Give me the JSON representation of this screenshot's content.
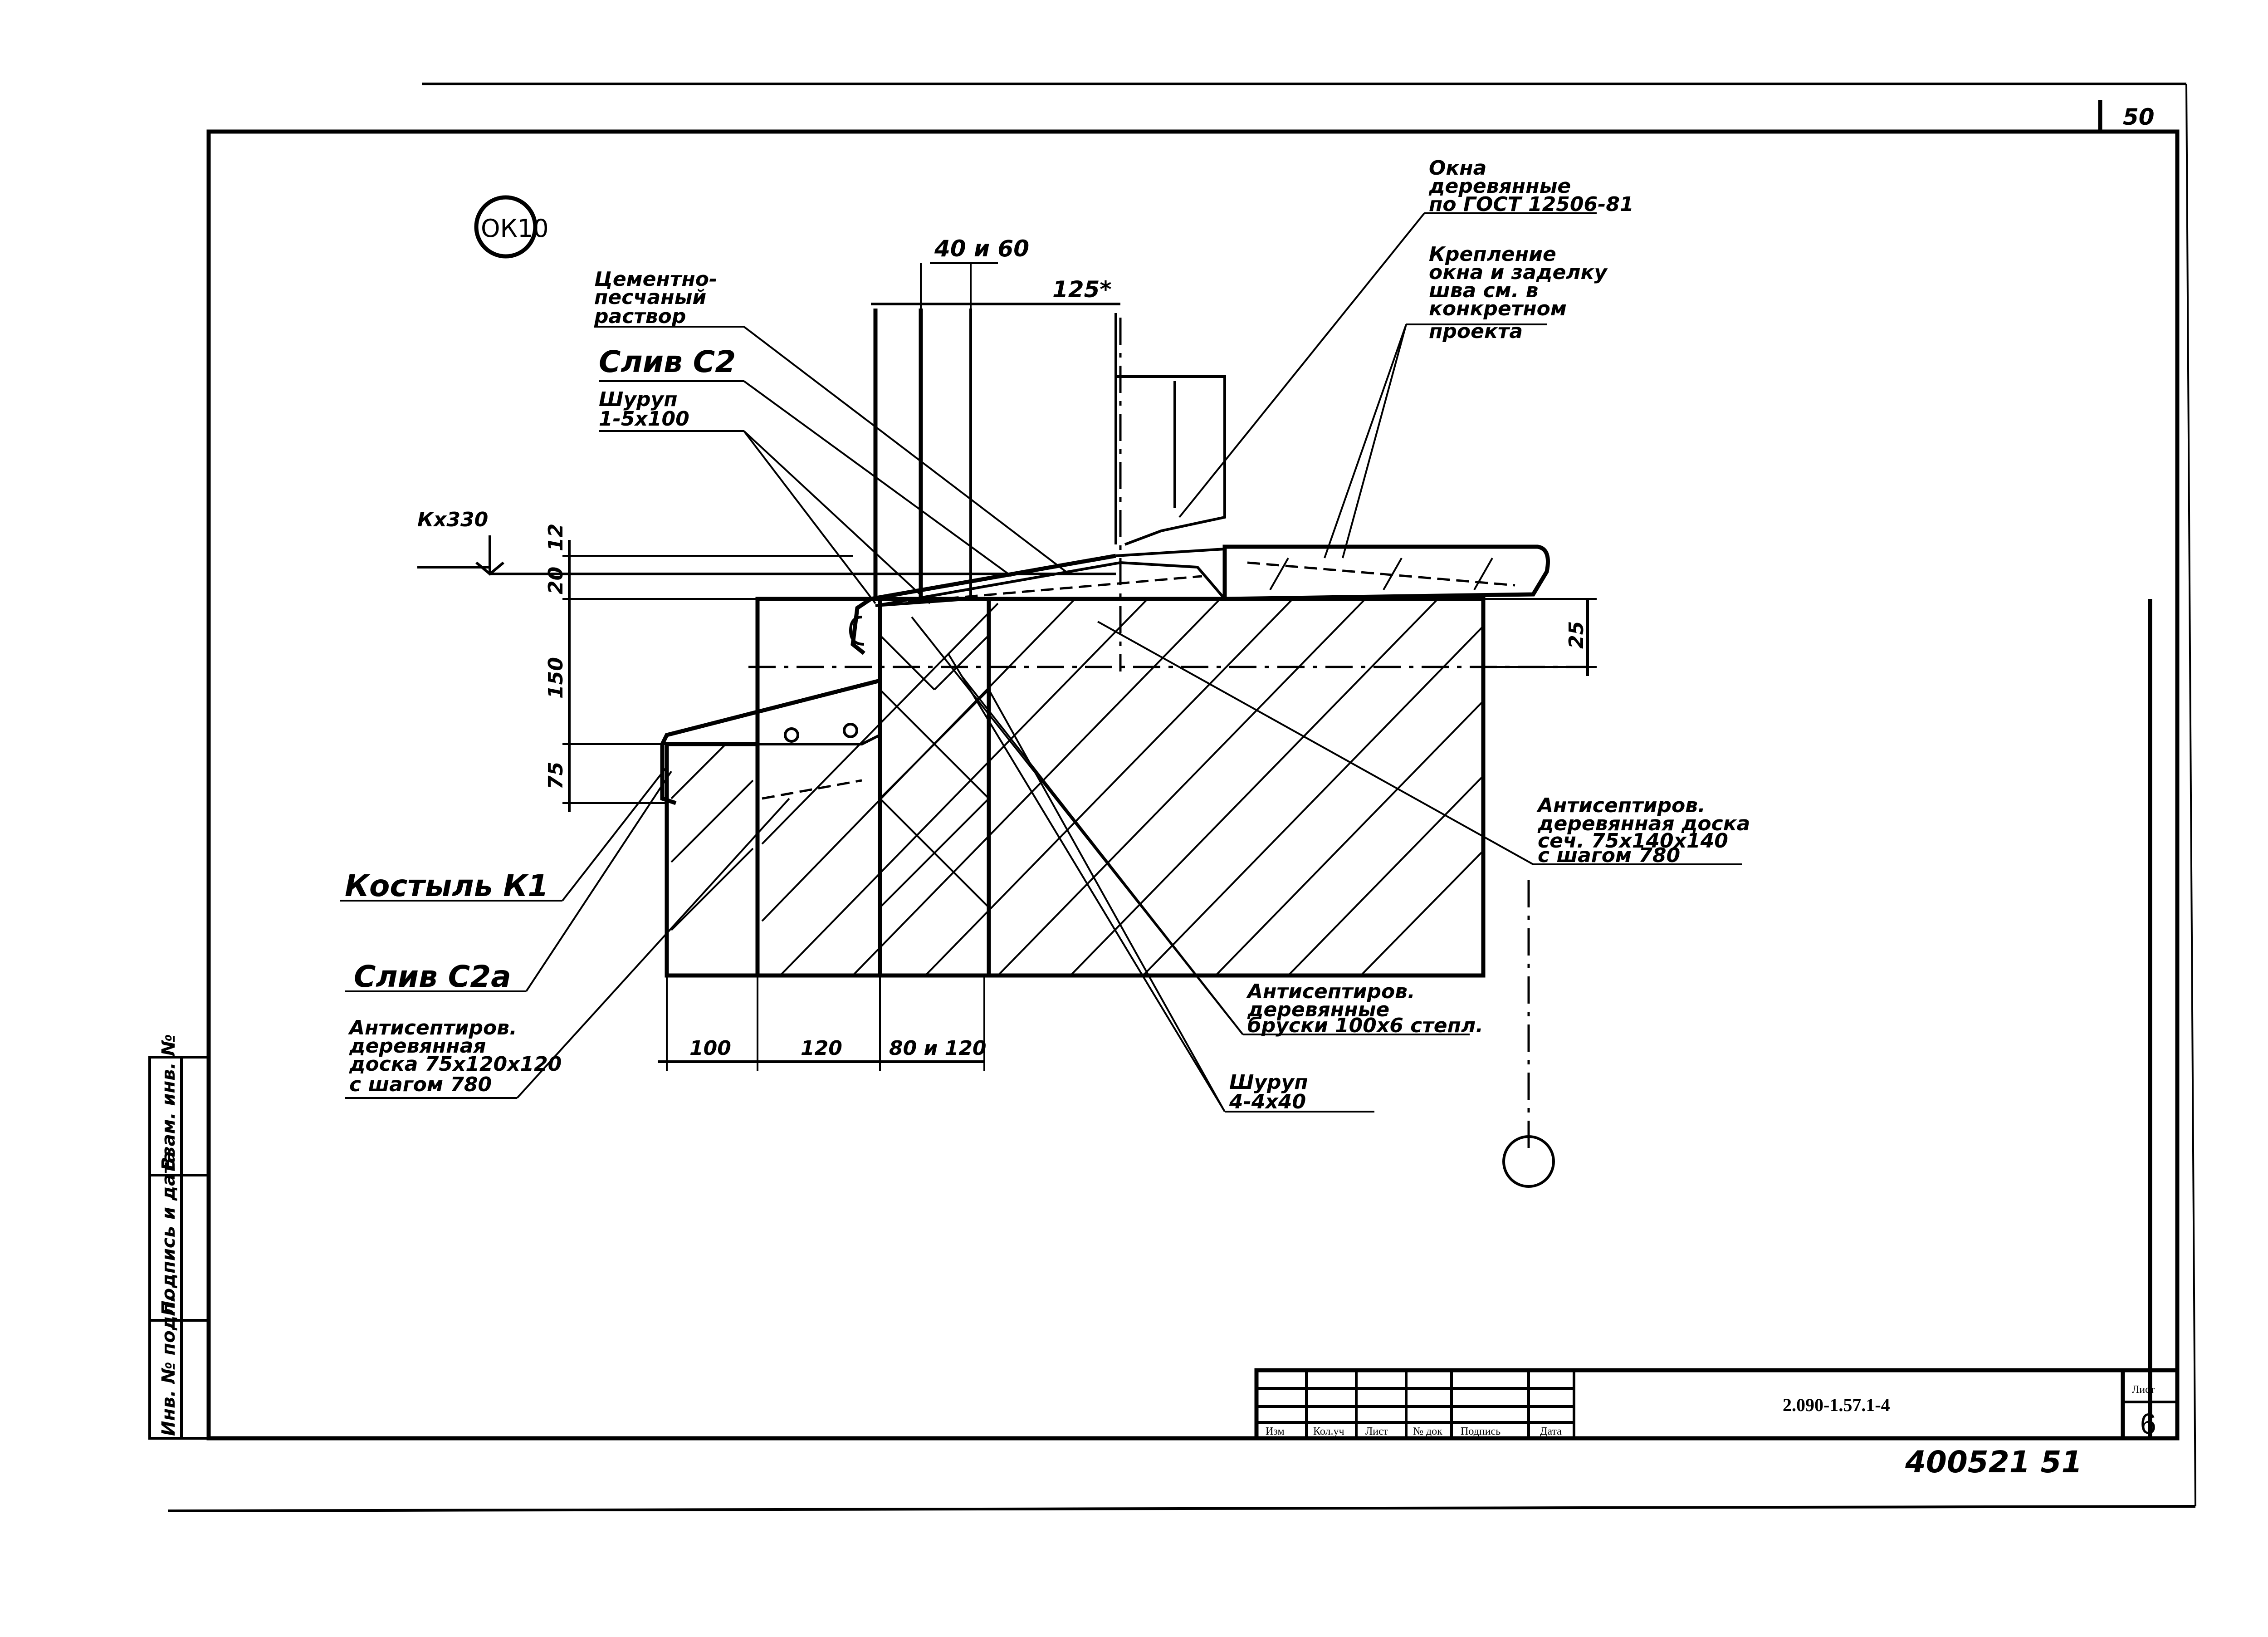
{
  "sheet": {
    "page_number": "50",
    "detail_mark": "ОК10",
    "bottom_code": "400521 51"
  },
  "labels": {
    "window_blocks": [
      "Окна",
      "деревянные",
      "по ГОСТ 12506-81"
    ],
    "mounting_note": [
      "Крепление",
      "окна и заделку",
      "шва см. в",
      "конкретном",
      "проекта"
    ],
    "mortar": [
      "Цементно-",
      "песчаный",
      "раствор"
    ],
    "drip_c2": "Слив С2",
    "screw_top": [
      "Шуруп",
      "1-5х100"
    ],
    "level_mark": "Кх330",
    "wood_board": [
      "Антисептиров.",
      "деревянная доска",
      "сеч. 75х140х140",
      "с шагом 780"
    ],
    "bracket_k1": "Костыль К1",
    "drip_c2a": "Слив С2а",
    "wood_board_2": [
      "Антисептиров.",
      "деревянная",
      "доска 75х120х120",
      "с шагом 780"
    ],
    "wood_bars": [
      "Антисептиров.",
      "деревянные",
      "бруски 100х6 степл."
    ],
    "screw_bottom": [
      "Шуруп",
      "4-4х40"
    ]
  },
  "dimensions": {
    "top_width": "40 и 60",
    "top_offset": "125*",
    "v_12": "12",
    "v_20": "20",
    "v_150": "150",
    "v_75": "75",
    "v_right_25": "25",
    "bottom_100": "100",
    "bottom_120": "120",
    "bottom_80": "80 и 120"
  },
  "side_stamp": [
    "Инв. № подл.",
    "Подпись и дата",
    "Взам. инв. №"
  ],
  "title_block": {
    "columns": [
      "Изм",
      "Кол.уч",
      "Лист",
      "№ док",
      "Подпись",
      "Дата"
    ],
    "doc_code": "2.090-1.57.1-4",
    "sheet_label": "Лист",
    "sheet_number": "6"
  }
}
